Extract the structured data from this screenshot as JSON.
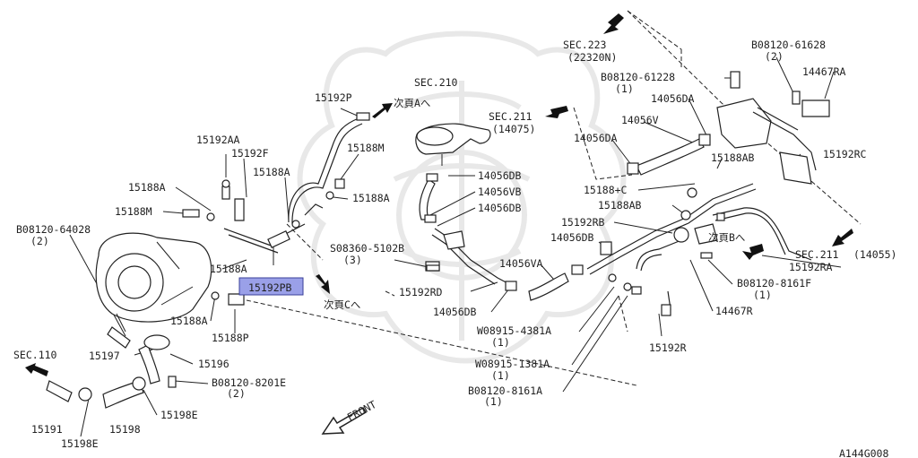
{
  "labels": {
    "sec223": "SEC.223",
    "n22320n": "(22320N)",
    "b08120_61628": "B08120-61628",
    "q2a": "(2)",
    "n14467ra": "14467RA",
    "b08120_61228": "B08120-61228",
    "q1a": "(1)",
    "n14056da_top": "14056DA",
    "sec211a": "SEC.211",
    "n14075": "(14075)",
    "n14056v": "14056V",
    "n14056da_mid": "14056DA",
    "sec210": "SEC.210",
    "n15192p": "15192P",
    "next_a": "次頁Aへ",
    "n15192aa": "15192AA",
    "n15192f": "15192F",
    "n15188m_top": "15188M",
    "n15188a_1": "15188A",
    "n15188a_2": "15188A",
    "n15188a_3": "15188A",
    "n15188m_left": "15188M",
    "n14056db_1": "14056DB",
    "n14056vb": "14056VB",
    "n14056db_2": "14056DB",
    "n15188ab_top": "15188AB",
    "n15192rc": "15192RC",
    "n15188c": "15188+C",
    "n15188ab_mid": "15188AB",
    "n15192rb": "15192RB",
    "b08120_64028": "B08120-64028",
    "q2b": "(2)",
    "n14056db_3": "14056DB",
    "next_b": "次頁Bへ",
    "sec211b": "SEC.211",
    "n14055": "(14055)",
    "s08360": "S08360-5102B",
    "q3": "(3)",
    "n14056va": "14056VA",
    "n15192ra": "15192RA",
    "n15188a_4": "15188A",
    "n15192pb": "15192PB",
    "b08120_8161f": "B08120-8161F",
    "q1b": "(1)",
    "n15192rd": "15192RD",
    "next_c": "次頁Cへ",
    "n14056db_4": "14056DB",
    "n14467r": "14467R",
    "n15188a_5": "15188A",
    "n15188p": "15188P",
    "w08915_4381a": "W08915-4381A",
    "q1c": "(1)",
    "n15192r": "15192R",
    "sec110": "SEC.110",
    "n15197": "15197",
    "n15196": "15196",
    "w08915_1381a": "W08915-1381A",
    "q1d": "(1)",
    "b08120_8201e": "B08120-8201E",
    "q2c": "(2)",
    "b08120_8161a": "B08120-8161A",
    "q1e": "(1)",
    "n15198e_right": "15198E",
    "front": "FRONT",
    "n15191": "15191",
    "n15198": "15198",
    "n15198e_left": "15198E",
    "figure_code": "A144G008"
  },
  "highlight_part": "15192PB",
  "colors": {
    "highlight_fill": "#9aa0e8",
    "highlight_border": "#3a3f9a",
    "line": "#222222",
    "watermark": "#e8e8e8"
  }
}
